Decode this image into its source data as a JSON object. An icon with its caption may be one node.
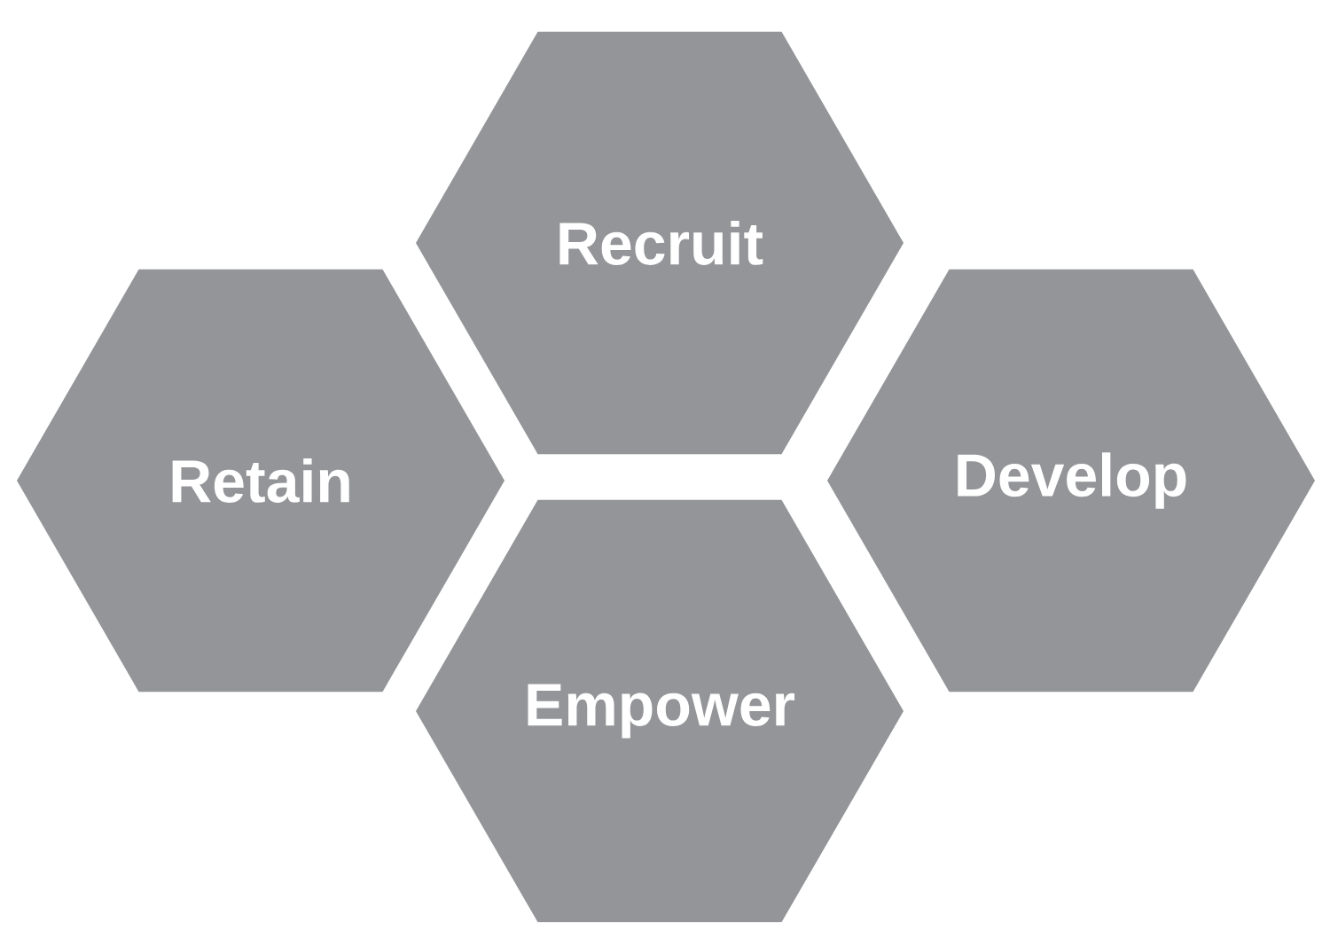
{
  "diagram": {
    "nodes": [
      {
        "text": [
          "Recruit"
        ]
      },
      {
        "text": [
          "Retain"
        ]
      },
      {
        "text": [
          "Develop"
        ]
      },
      {
        "text": [
          "Empower"
        ]
      }
    ]
  }
}
